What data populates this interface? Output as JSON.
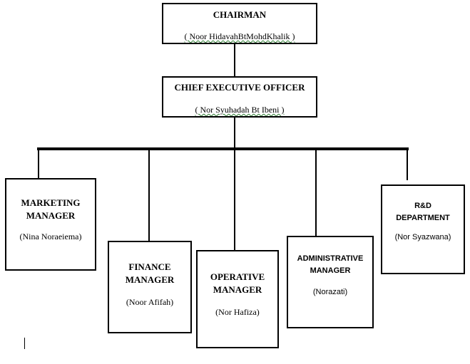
{
  "org_chart": {
    "chairman": {
      "title": "CHAIRMAN",
      "name": "( Noor HidavahBtMohdKhalik )"
    },
    "ceo": {
      "title": "CHIEF EXECUTIVE OFFICER",
      "name": "( Nor Syuhadah Bt Ibeni )"
    },
    "marketing": {
      "title_line1": "MARKETING",
      "title_line2": "MANAGER",
      "name": "(Nina Noraeiema)"
    },
    "finance": {
      "title_line1": "FINANCE",
      "title_line2": "MANAGER",
      "name": "(Noor Afifah)"
    },
    "operative": {
      "title_line1": "OPERATIVE",
      "title_line2": "MANAGER",
      "name": "(Nor Hafiza)"
    },
    "administrative": {
      "title_line1": "ADMINISTRATIVE",
      "title_line2": "MANAGER",
      "name": "(Norazati)"
    },
    "rnd": {
      "title_line1": "R&D",
      "title_line2": "DEPARTMENT",
      "name": "(Nor Syazwana)"
    }
  },
  "colors": {
    "line": "#000000",
    "box_border": "#000000",
    "background": "#ffffff",
    "spell_squiggle": "#2e7d32"
  }
}
